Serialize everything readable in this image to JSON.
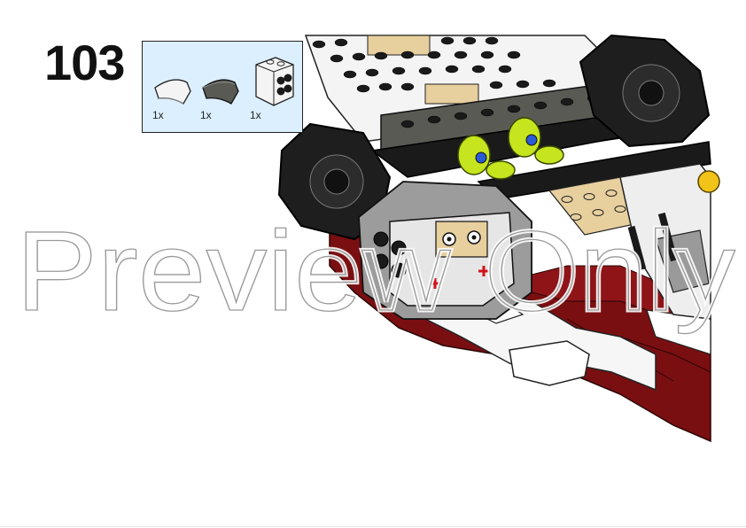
{
  "step": {
    "number": "103"
  },
  "parts": [
    {
      "icon": "white-curved-slope-icon",
      "quantity": "1x",
      "color": "#f4f4f4"
    },
    {
      "icon": "dark-gray-curved-slope-icon",
      "quantity": "1x",
      "color": "#5a5a55"
    },
    {
      "icon": "white-bracket-plate-icon",
      "quantity": "1x",
      "color": "#f4f4f4"
    }
  ],
  "watermark": {
    "text": "Preview Only"
  },
  "colors": {
    "parts_background": "#dcefff",
    "dark_red": "#7a0f12",
    "tan": "#e7cf9e",
    "lime": "#c6e51e",
    "black": "#1a1a1a"
  }
}
